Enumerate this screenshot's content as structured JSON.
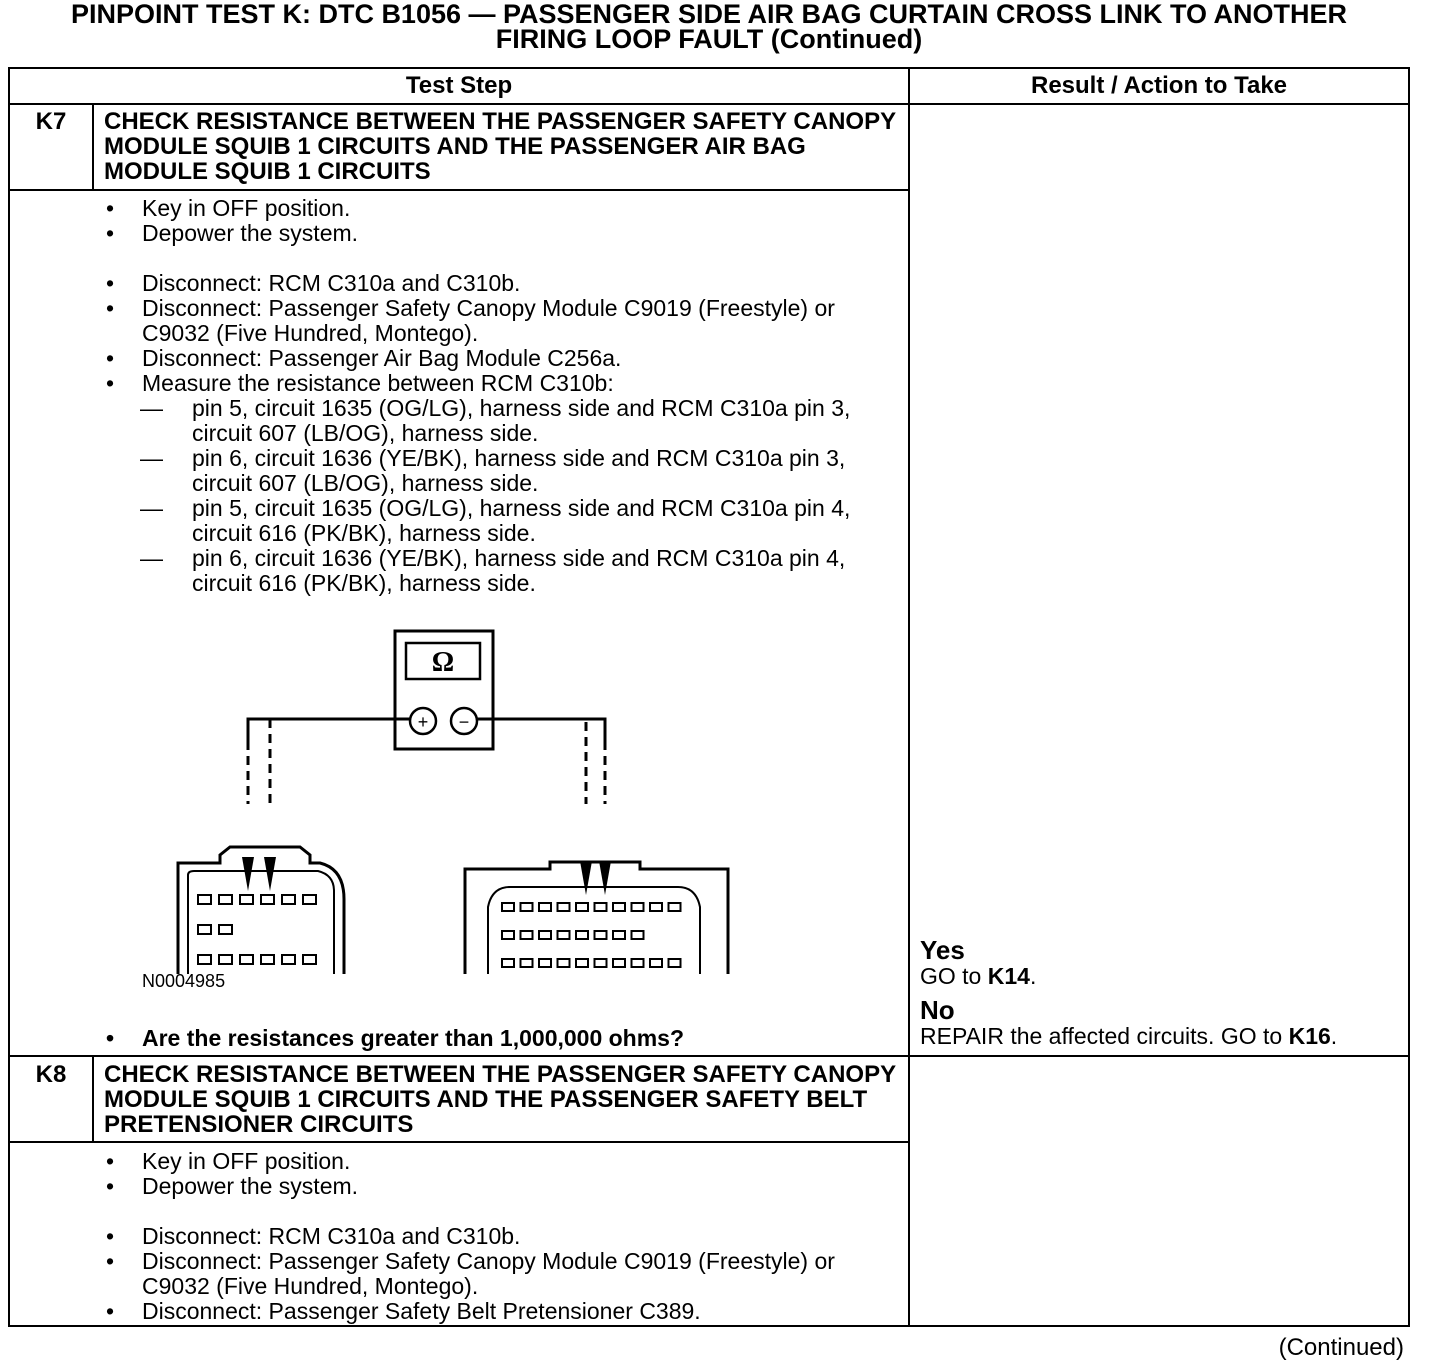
{
  "title": {
    "line1": "PINPOINT TEST  K: DTC B1056 — PASSENGER SIDE AIR BAG CURTAIN CROSS LINK TO ANOTHER",
    "line2": "FIRING LOOP FAULT (Continued)"
  },
  "table": {
    "col_test_step": "Test Step",
    "col_result": "Result / Action to Take"
  },
  "k7": {
    "id": "K7",
    "title": "CHECK RESISTANCE BETWEEN THE PASSENGER SAFETY CANOPY MODULE SQUIB 1 CIRCUITS AND THE PASSENGER AIR BAG MODULE SQUIB 1 CIRCUITS",
    "steps": [
      "Key in OFF position.",
      "Depower the system.",
      "Disconnect: RCM C310a and C310b.",
      "Disconnect: Passenger Safety Canopy Module C9019 (Freestyle) or C9032 (Five Hundred, Montego).",
      "Disconnect: Passenger Air Bag Module C256a.",
      "Measure the resistance between RCM C310b:"
    ],
    "substeps": [
      "pin 5, circuit 1635 (OG/LG), harness side and RCM C310a pin 3, circuit 607 (LB/OG), harness side.",
      "pin 6, circuit 1636 (YE/BK), harness side and RCM C310a pin 3, circuit 607 (LB/OG), harness side.",
      "pin 5, circuit 1635 (OG/LG), harness side and RCM C310a pin 4, circuit 616 (PK/BK), harness side.",
      "pin 6, circuit 1636 (YE/BK), harness side and RCM C310a pin 4, circuit 616 (PK/BK), harness side."
    ],
    "figure_id": "N0004985",
    "meter_symbol": "Ω",
    "plus": "+",
    "minus": "−",
    "question": "Are the resistances greater than 1,000,000 ohms?",
    "yes_label": "Yes",
    "yes_action_pre": "GO to ",
    "yes_action_ref": "K14",
    "yes_action_post": ".",
    "no_label": "No",
    "no_action_pre": "REPAIR the affected circuits. GO to ",
    "no_action_ref": "K16",
    "no_action_post": "."
  },
  "k8": {
    "id": "K8",
    "title": "CHECK RESISTANCE BETWEEN THE PASSENGER SAFETY CANOPY MODULE SQUIB 1 CIRCUITS AND THE PASSENGER SAFETY BELT PRETENSIONER CIRCUITS",
    "steps": [
      "Key in OFF position.",
      "Depower the system.",
      "Disconnect: RCM C310a and C310b.",
      "Disconnect: Passenger Safety Canopy Module C9019 (Freestyle) or C9032 (Five Hundred, Montego).",
      "Disconnect: Passenger Safety Belt Pretensioner C389."
    ]
  },
  "footer": {
    "continued": "(Continued)"
  }
}
